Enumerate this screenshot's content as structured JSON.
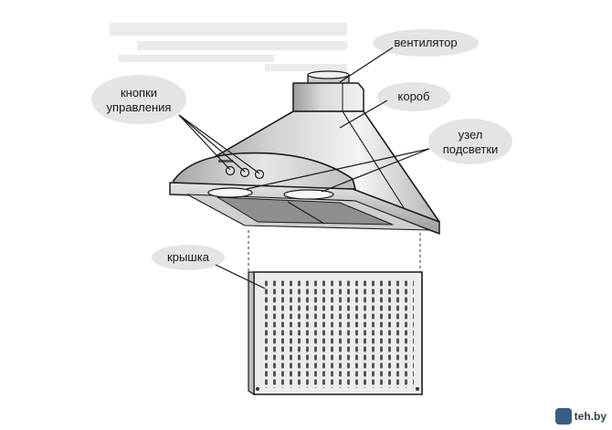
{
  "labels": {
    "fan": "вентилятор",
    "controls_line1": "кнопки",
    "controls_line2": "управления",
    "duct": "короб",
    "light_line1": "узел",
    "light_line2": "подсветки",
    "cover": "крышка"
  },
  "watermark": "teh.by",
  "colors": {
    "background": "#ffffff",
    "label_bubble": "#e4e4e4",
    "outline": "#1a1a1a",
    "metal_light": "#f2f2f2",
    "metal_mid": "#c8c8c8",
    "metal_dark": "#8e8e8e"
  }
}
